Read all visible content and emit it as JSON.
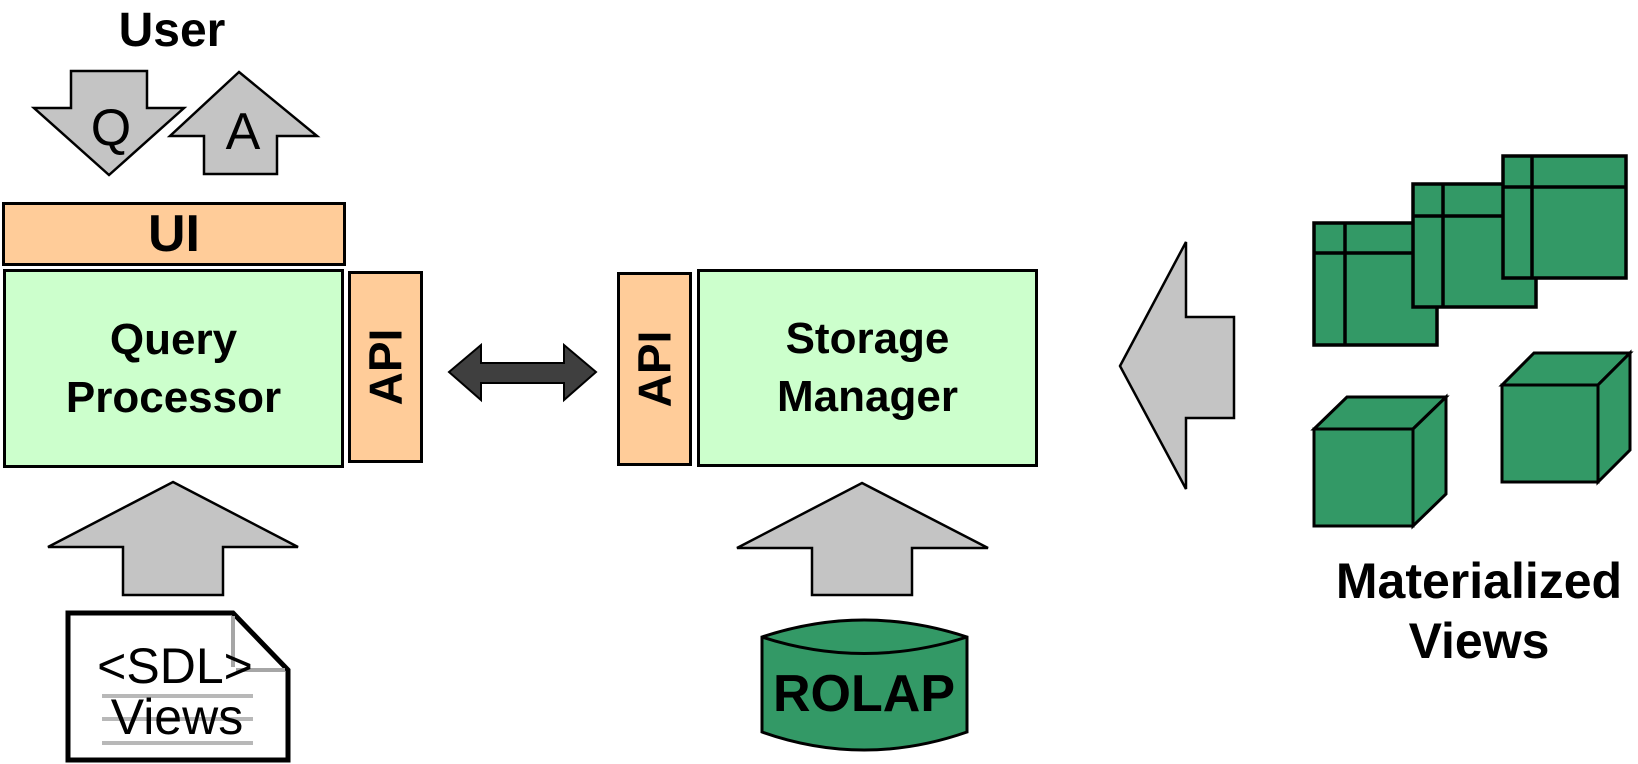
{
  "colors": {
    "box_orange": "#FFCC99",
    "box_light_green": "#CCFFCC",
    "solid_green": "#339966",
    "arrow_gray": "#C4C4C4",
    "arrow_dark_gray": "#3F3F3F",
    "document_white": "#FFFFFF",
    "ruled_line_gray": "#B8B8B8",
    "fold_gray": "#A6A6A6",
    "outline_black": "#000000"
  },
  "nodes": {
    "user": {
      "label": "User"
    },
    "query_arrow": {
      "label": "Q",
      "icon": "down-block-arrow-icon"
    },
    "answer_arrow": {
      "label": "A",
      "icon": "up-block-arrow-icon"
    },
    "ui": {
      "label": "UI"
    },
    "query_processor": {
      "line1": "Query",
      "line2": "Processor"
    },
    "api_left": {
      "label": "API"
    },
    "api_right": {
      "label": "API"
    },
    "storage_manager": {
      "line1": "Storage",
      "line2": "Manager"
    },
    "sdl_document": {
      "line1": "<SDL>",
      "line2": "Views",
      "icon": "document-folded-corner-icon"
    },
    "rolap_store": {
      "label": "ROLAP",
      "icon": "database-drum-icon"
    },
    "materialized_views": {
      "line1": "Materialized",
      "line2": "Views",
      "icon": "data-cubes-icon"
    }
  },
  "connectors": {
    "user_to_ui": "down-block-arrow",
    "ui_to_user": "up-block-arrow",
    "api_to_api": "double-headed-arrow",
    "sdl_to_query_processor": "up-block-arrow",
    "rolap_to_storage_manager": "up-block-arrow",
    "materialized_views_to_storage_manager": "left-block-arrow"
  }
}
